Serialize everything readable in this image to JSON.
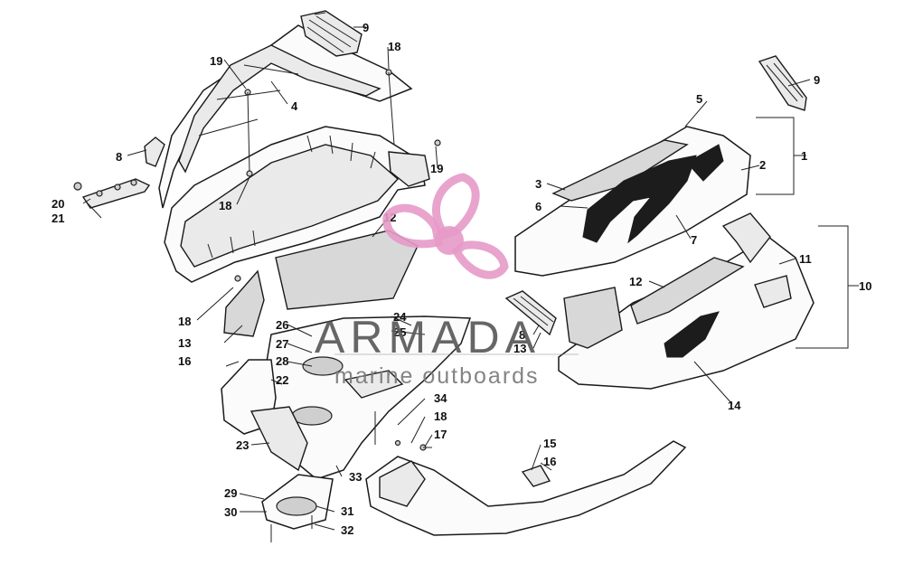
{
  "callouts": [
    {
      "id": "c9a",
      "label": "9"
    },
    {
      "id": "c18a",
      "label": "18"
    },
    {
      "id": "c19a",
      "label": "19"
    },
    {
      "id": "c4",
      "label": "4"
    },
    {
      "id": "c8a",
      "label": "8"
    },
    {
      "id": "c19b",
      "label": "19"
    },
    {
      "id": "c18b",
      "label": "18"
    },
    {
      "id": "c20",
      "label": "20"
    },
    {
      "id": "c21",
      "label": "21"
    },
    {
      "id": "c12a",
      "label": "12"
    },
    {
      "id": "c18c",
      "label": "18"
    },
    {
      "id": "c13a",
      "label": "13"
    },
    {
      "id": "c9b",
      "label": "9"
    },
    {
      "id": "c5",
      "label": "5"
    },
    {
      "id": "c1",
      "label": "1"
    },
    {
      "id": "c2",
      "label": "2"
    },
    {
      "id": "c3",
      "label": "3"
    },
    {
      "id": "c6",
      "label": "6"
    },
    {
      "id": "c7",
      "label": "7"
    },
    {
      "id": "c11",
      "label": "11"
    },
    {
      "id": "c10",
      "label": "10"
    },
    {
      "id": "c12b",
      "label": "12"
    },
    {
      "id": "c8b",
      "label": "8"
    },
    {
      "id": "c13b",
      "label": "13"
    },
    {
      "id": "c14",
      "label": "14"
    },
    {
      "id": "c26",
      "label": "26"
    },
    {
      "id": "c24",
      "label": "24"
    },
    {
      "id": "c25",
      "label": "25"
    },
    {
      "id": "c27",
      "label": "27"
    },
    {
      "id": "c28",
      "label": "28"
    },
    {
      "id": "c16a",
      "label": "16"
    },
    {
      "id": "c22",
      "label": "22"
    },
    {
      "id": "c34",
      "label": "34"
    },
    {
      "id": "c18d",
      "label": "18"
    },
    {
      "id": "c17",
      "label": "17"
    },
    {
      "id": "c23",
      "label": "23"
    },
    {
      "id": "c15",
      "label": "15"
    },
    {
      "id": "c16b",
      "label": "16"
    },
    {
      "id": "c33",
      "label": "33"
    },
    {
      "id": "c29",
      "label": "29"
    },
    {
      "id": "c30",
      "label": "30"
    },
    {
      "id": "c31",
      "label": "31"
    },
    {
      "id": "c32",
      "label": "32"
    }
  ],
  "watermark": {
    "brand": "ARMADA",
    "tagline": "marine outboards",
    "logo_color": "#e59ac8"
  }
}
